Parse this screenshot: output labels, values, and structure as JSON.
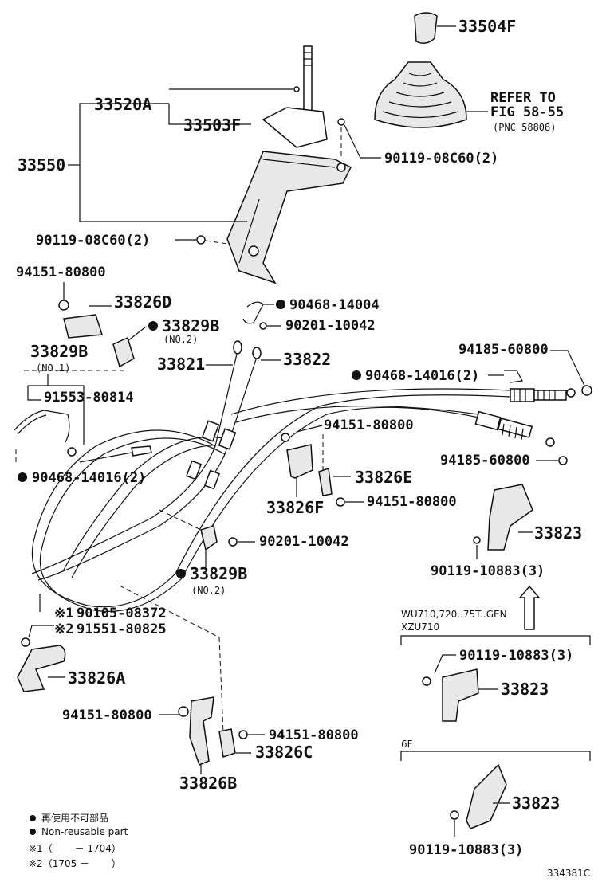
{
  "labels": {
    "p33504F": "33504F",
    "refer_to": "REFER TO",
    "fig": "FIG 58-55",
    "pnc": "(PNC 58808)",
    "p33520A": "33520A",
    "p33503F": "33503F",
    "p33550": "33550",
    "p90119_08C60_right": "90119-08C60(2)",
    "p90119_08C60_left": "90119-08C60(2)",
    "p94151_80800_a": "94151-80800",
    "p33826D": "33826D",
    "p33829B_no2_top": "33829B",
    "no2_top": "(NO.2)",
    "p33829B_no1": "33829B",
    "no1": "(NO.1)",
    "p91553_80814": "91553-80814",
    "p90468_14016_left": "90468-14016(2)",
    "p90468_14004": "90468-14004",
    "p90201_10042_top": "90201-10042",
    "p33821": "33821",
    "p33822": "33822",
    "p94185_60800_top": "94185-60800",
    "p90468_14016_right": "90468-14016(2)",
    "p94151_80800_b": "94151-80800",
    "p94185_60800_bottom": "94185-60800",
    "p33826E": "33826E",
    "p33826F": "33826F",
    "p94151_80800_c": "94151-80800",
    "p33823_a": "33823",
    "p90201_10042_bottom": "90201-10042",
    "p90119_10883_a": "90119-10883(3)",
    "p33829B_no2_bottom": "33829B",
    "no2_bottom": "(NO.2)",
    "note1_mark": "※1",
    "p90105_08372": "90105-08372",
    "note2_mark": "※2",
    "p91551_80825": "91551-80825",
    "p33826A": "33826A",
    "variant1_line1": "WU710,720..75T..GEN",
    "variant1_line2": "XZU710",
    "p90119_10883_b": "90119-10883(3)",
    "p33823_b": "33823",
    "p94151_80800_d": "94151-80800",
    "p94151_80800_e": "94151-80800",
    "p33826C": "33826C",
    "p33826B": "33826B",
    "variant2": "6F",
    "p33823_c": "33823",
    "p90119_10883_c": "90119-10883(3)"
  },
  "legend": {
    "nonreusable_jp": "再使用不可部品",
    "nonreusable_en": "Non-reusable part",
    "range1": "※1（　　 － 1704）",
    "range2": "※2（1705 －　　 ）"
  },
  "figure_id": "334381C"
}
